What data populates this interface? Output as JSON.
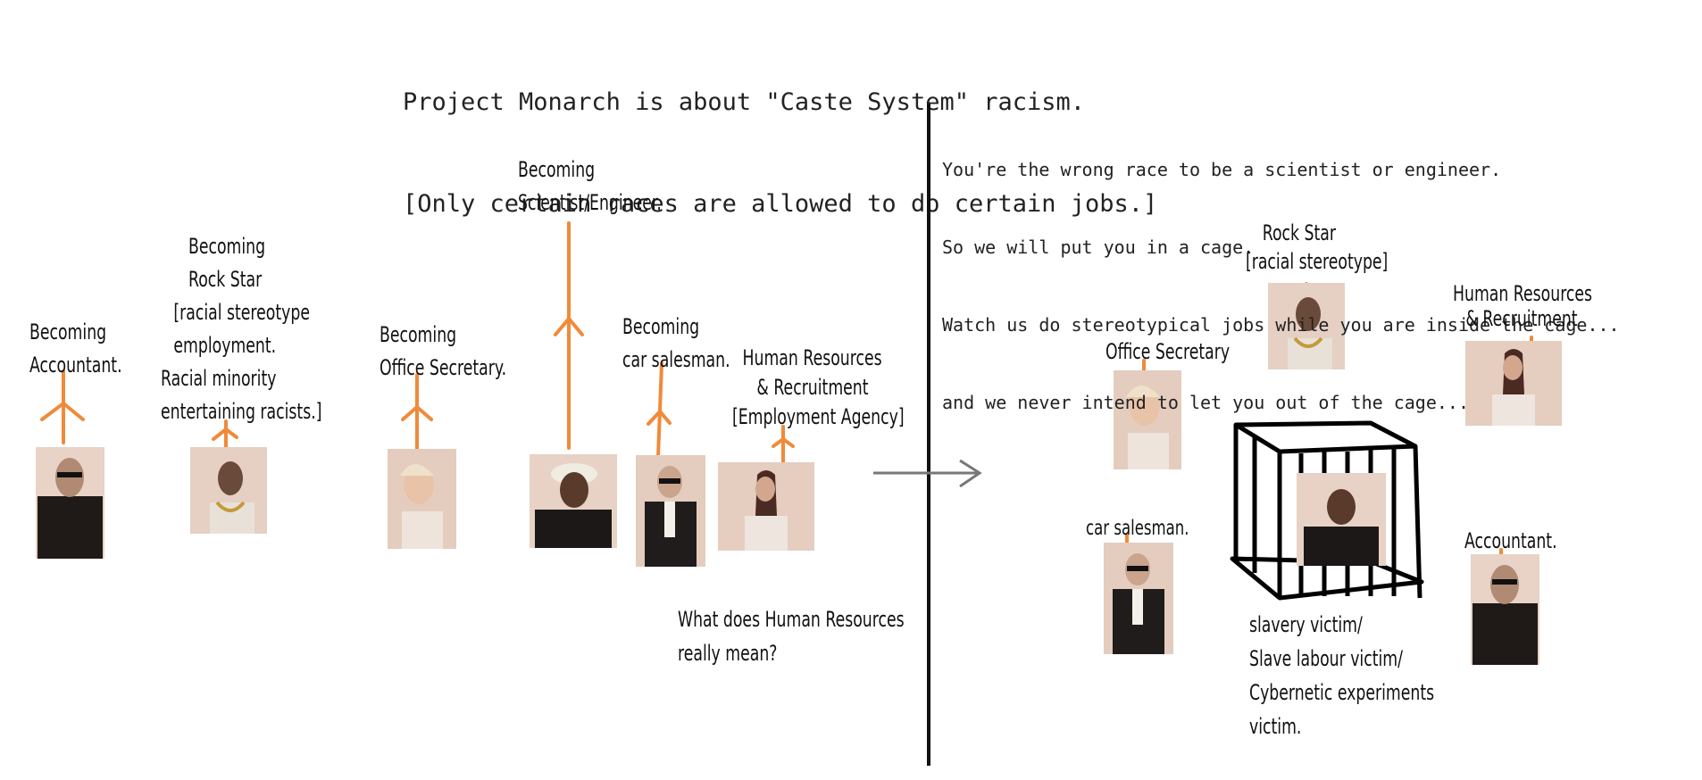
{
  "header": {
    "line1": "Project Monarch is about \"Caste System\" racism.",
    "line2": "[Only certain races are allowed to do certain jobs.]"
  },
  "left": {
    "accountant": [
      "Becoming",
      "Accountant."
    ],
    "rockstar": [
      "Becoming",
      "Rock Star",
      "[racial stereotype",
      "employment.",
      "Racial minority",
      "entertaining racists.]"
    ],
    "secretary": [
      "Becoming",
      "Office Secretary."
    ],
    "scientist": [
      "Becoming",
      "Scientist/Engineer."
    ],
    "salesman": [
      "Becoming",
      "car salesman."
    ],
    "hr": [
      "Human Resources",
      "& Recruitment",
      "[Employment Agency]"
    ],
    "question": [
      "What does Human Resources",
      "really mean?"
    ]
  },
  "right": {
    "cage_text": [
      "You're the wrong race to be a scientist or engineer.",
      "So we will put you in a cage.",
      "Watch us do stereotypical jobs while you are inside the cage...",
      "and we never intend to let you out of the cage..."
    ],
    "rockstar": [
      "Rock Star",
      "[racial stereotype]"
    ],
    "hr": [
      "Human Resources",
      "& Recruitment"
    ],
    "secretary": [
      "Office Secretary"
    ],
    "salesman": [
      "car salesman."
    ],
    "accountant": [
      "Accountant."
    ],
    "victim": [
      "slavery victim/",
      "Slave labour victim/",
      "Cybernetic experiments",
      "victim."
    ]
  },
  "colors": {
    "arrow": "#f08a3a",
    "divider": "#111111",
    "flow_arrow": "#777777"
  }
}
